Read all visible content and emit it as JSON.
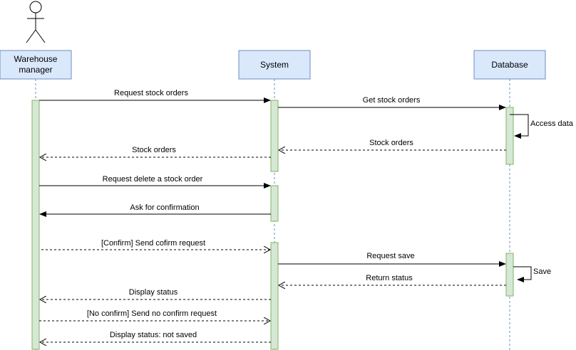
{
  "participants": {
    "warehouse_manager": {
      "label_line1": "Warehouse",
      "label_line2": "manager"
    },
    "system": {
      "label": "System"
    },
    "database": {
      "label": "Database"
    }
  },
  "messages": {
    "m1": "Request stock orders",
    "m2": "Get stock orders",
    "m3": "Access data",
    "m4": "Stock orders",
    "m5": "Stock orders",
    "m6": "Request delete a stock order",
    "m7": "Ask for confirmation",
    "m8": "[Confirm] Send cofirm request",
    "m9": "Request save",
    "m10": "Save",
    "m11": "Return status",
    "m12": "Display status",
    "m13": "[No confirm] Send no confirm request",
    "m14": "Display status: not saved"
  },
  "colors": {
    "participant_fill": "#dae8fc",
    "participant_stroke": "#6c8ebf",
    "activation_fill": "#d5e8d4",
    "activation_stroke": "#82b366",
    "lifeline": "#6c8ebf",
    "arrow": "#000000"
  }
}
